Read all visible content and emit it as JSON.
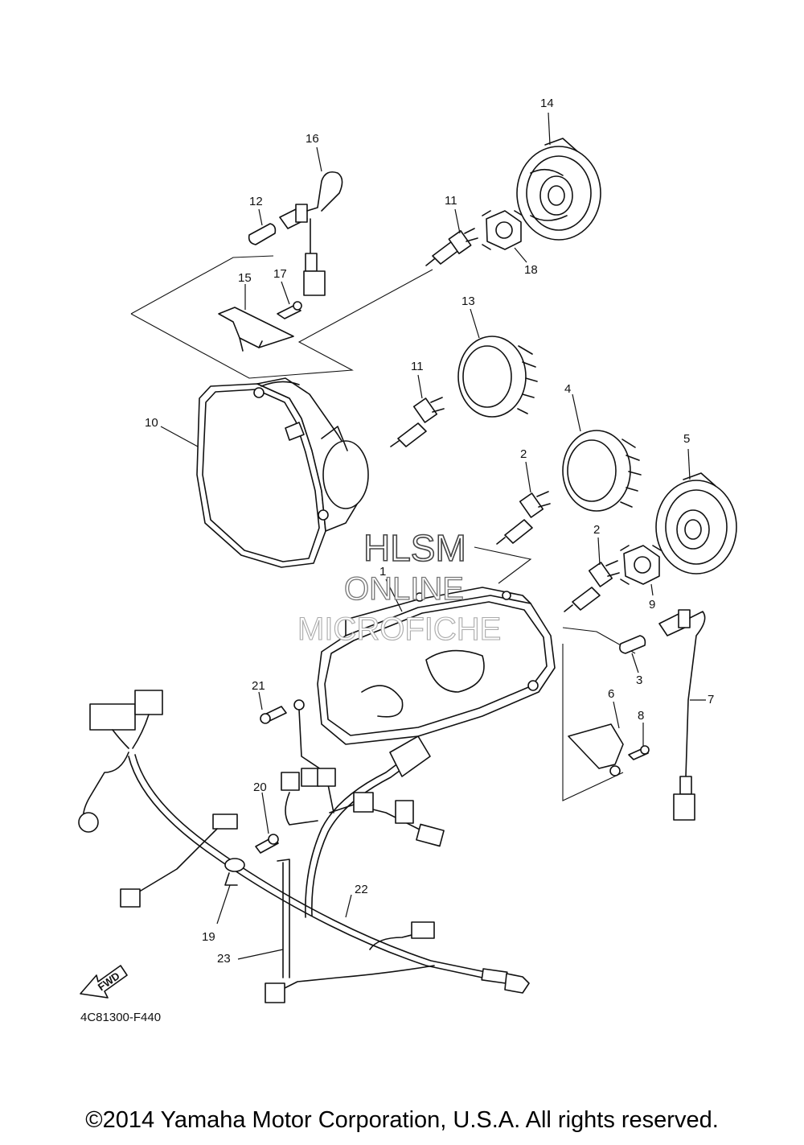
{
  "callouts": {
    "c1": "1",
    "c2a": "2",
    "c2b": "2",
    "c3": "3",
    "c4": "4",
    "c5": "5",
    "c6": "6",
    "c7": "7",
    "c8": "8",
    "c9": "9",
    "c10": "10",
    "c11a": "11",
    "c11b": "11",
    "c12": "12",
    "c13": "13",
    "c14": "14",
    "c15": "15",
    "c16": "16",
    "c17": "17",
    "c18": "18",
    "c19": "19",
    "c20": "20",
    "c21": "21",
    "c22": "22",
    "c23": "23"
  },
  "diagram_code": "4C81300-F440",
  "fwd_label": "FWD",
  "watermark": {
    "line1": "HLSM",
    "line2": "ONLINE",
    "line3": "MICROFICHE"
  },
  "copyright": "©2014 Yamaha Motor Corporation, U.S.A. All rights reserved."
}
